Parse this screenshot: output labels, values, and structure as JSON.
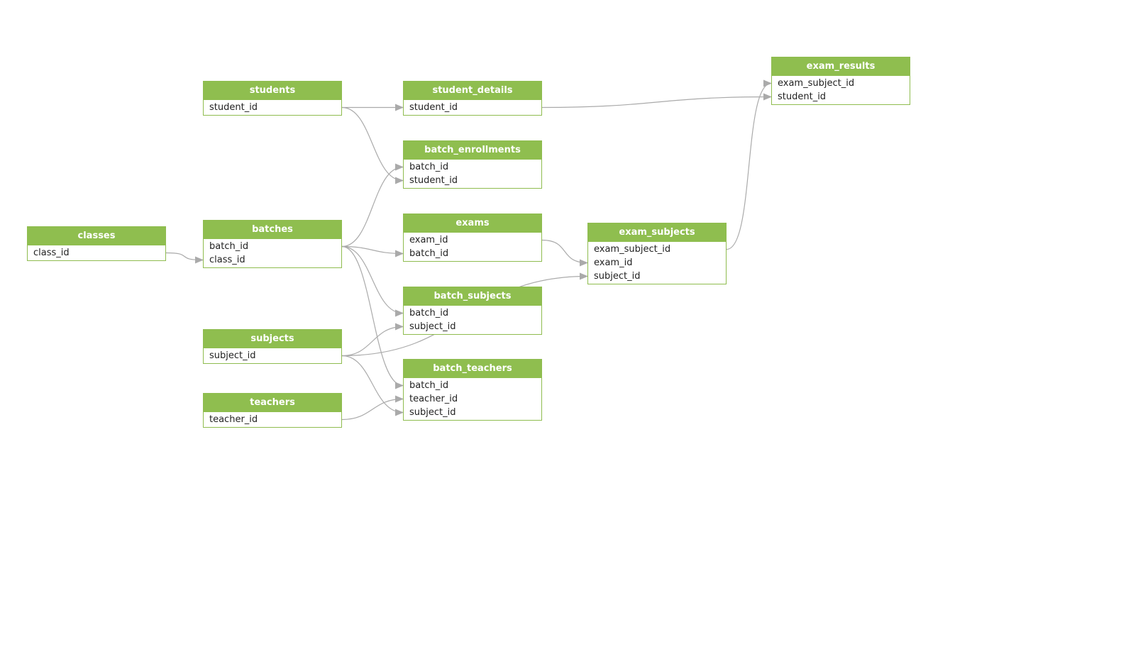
{
  "diagram": {
    "tables": [
      {
        "id": "classes",
        "name": "classes",
        "fields": [
          "class_id"
        ]
      },
      {
        "id": "students",
        "name": "students",
        "fields": [
          "student_id"
        ]
      },
      {
        "id": "batches",
        "name": "batches",
        "fields": [
          "batch_id",
          "class_id"
        ]
      },
      {
        "id": "subjects",
        "name": "subjects",
        "fields": [
          "subject_id"
        ]
      },
      {
        "id": "teachers",
        "name": "teachers",
        "fields": [
          "teacher_id"
        ]
      },
      {
        "id": "student_details",
        "name": "student_details",
        "fields": [
          "student_id"
        ]
      },
      {
        "id": "batch_enrollments",
        "name": "batch_enrollments",
        "fields": [
          "batch_id",
          "student_id"
        ]
      },
      {
        "id": "exams",
        "name": "exams",
        "fields": [
          "exam_id",
          "batch_id"
        ]
      },
      {
        "id": "batch_subjects",
        "name": "batch_subjects",
        "fields": [
          "batch_id",
          "subject_id"
        ]
      },
      {
        "id": "batch_teachers",
        "name": "batch_teachers",
        "fields": [
          "batch_id",
          "teacher_id",
          "subject_id"
        ]
      },
      {
        "id": "exam_subjects",
        "name": "exam_subjects",
        "fields": [
          "exam_subject_id",
          "exam_id",
          "subject_id"
        ]
      },
      {
        "id": "exam_results",
        "name": "exam_results",
        "fields": [
          "exam_subject_id",
          "student_id"
        ]
      }
    ],
    "relationships": [
      {
        "from_table": "classes",
        "from_field": "class_id",
        "to_table": "batches",
        "to_field": "class_id"
      },
      {
        "from_table": "students",
        "from_field": "student_id",
        "to_table": "student_details",
        "to_field": "student_id"
      },
      {
        "from_table": "students",
        "from_field": "student_id",
        "to_table": "batch_enrollments",
        "to_field": "student_id"
      },
      {
        "from_table": "batches",
        "from_field": "batch_id",
        "to_table": "batch_enrollments",
        "to_field": "batch_id"
      },
      {
        "from_table": "batches",
        "from_field": "batch_id",
        "to_table": "exams",
        "to_field": "batch_id"
      },
      {
        "from_table": "batches",
        "from_field": "batch_id",
        "to_table": "batch_subjects",
        "to_field": "batch_id"
      },
      {
        "from_table": "batches",
        "from_field": "batch_id",
        "to_table": "batch_teachers",
        "to_field": "batch_id"
      },
      {
        "from_table": "subjects",
        "from_field": "subject_id",
        "to_table": "batch_subjects",
        "to_field": "subject_id"
      },
      {
        "from_table": "subjects",
        "from_field": "subject_id",
        "to_table": "batch_teachers",
        "to_field": "subject_id"
      },
      {
        "from_table": "subjects",
        "from_field": "subject_id",
        "to_table": "exam_subjects",
        "to_field": "subject_id"
      },
      {
        "from_table": "teachers",
        "from_field": "teacher_id",
        "to_table": "batch_teachers",
        "to_field": "teacher_id"
      },
      {
        "from_table": "exams",
        "from_field": "exam_id",
        "to_table": "exam_subjects",
        "to_field": "exam_id"
      },
      {
        "from_table": "exam_subjects",
        "from_field": "exam_subject_id",
        "to_table": "exam_results",
        "to_field": "exam_subject_id"
      },
      {
        "from_table": "student_details",
        "from_field": "student_id",
        "to_table": "exam_results",
        "to_field": "student_id"
      }
    ]
  },
  "colors": {
    "header_background": "#8fbe4f",
    "border": "#8fbc4f",
    "edge": "#aaaaaa",
    "header_text": "#ffffff",
    "field_text": "#222222"
  }
}
